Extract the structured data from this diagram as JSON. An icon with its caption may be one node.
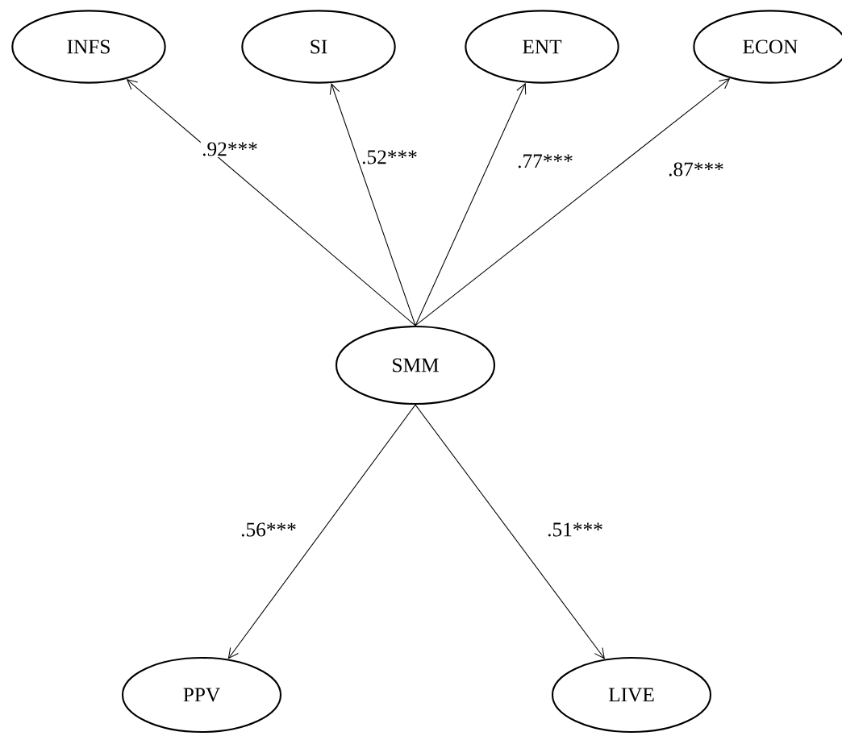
{
  "diagram": {
    "nodes": [
      {
        "text": [
          "INFS"
        ]
      },
      {
        "text": [
          "SI"
        ]
      },
      {
        "text": [
          "ENT"
        ]
      },
      {
        "text": [
          "ECON"
        ]
      },
      {
        "text": [
          "SMM"
        ]
      },
      {
        "text": [
          "PPV"
        ]
      },
      {
        "text": [
          "LIVE"
        ]
      }
    ],
    "edges": [
      {
        "from": 4,
        "to": 0,
        "arrow": "to",
        "label": ".92***"
      },
      {
        "from": 4,
        "to": 1,
        "arrow": "to",
        "label": ".52***"
      },
      {
        "from": 4,
        "to": 2,
        "arrow": "to",
        "label": ".77***"
      },
      {
        "from": 4,
        "to": 3,
        "arrow": "to",
        "label": ".87***"
      },
      {
        "from": 4,
        "to": 5,
        "arrow": "to",
        "label": ".56***"
      },
      {
        "from": 4,
        "to": 6,
        "arrow": "to",
        "label": ".51***"
      }
    ]
  }
}
